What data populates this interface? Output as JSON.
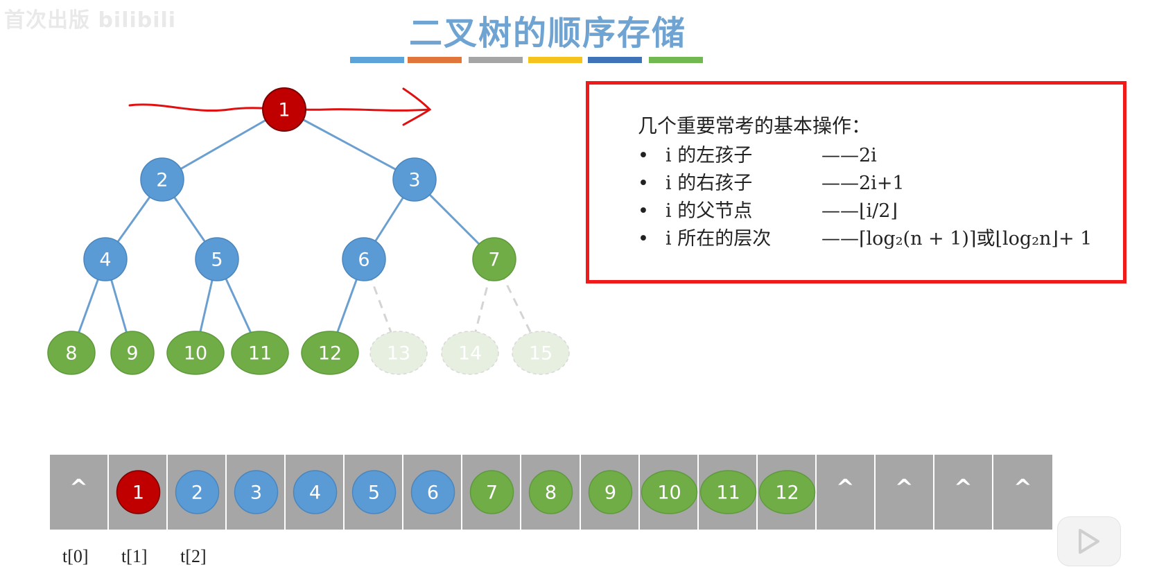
{
  "watermark": "首次出版 bilibili",
  "title": "二叉树的顺序存储",
  "color_bars": [
    "#5ba3d9",
    "#e0763a",
    "#a5a5a5",
    "#f6c21c",
    "#3f73b8",
    "#70b84f"
  ],
  "tree": {
    "nodes": [
      {
        "id": 1,
        "label": "1",
        "color": "#c00000",
        "style": "root"
      },
      {
        "id": 2,
        "label": "2",
        "color": "#5b9bd5",
        "style": "normal"
      },
      {
        "id": 3,
        "label": "3",
        "color": "#5b9bd5",
        "style": "normal"
      },
      {
        "id": 4,
        "label": "4",
        "color": "#5b9bd5",
        "style": "normal"
      },
      {
        "id": 5,
        "label": "5",
        "color": "#5b9bd5",
        "style": "normal"
      },
      {
        "id": 6,
        "label": "6",
        "color": "#5b9bd5",
        "style": "normal"
      },
      {
        "id": 7,
        "label": "7",
        "color": "#70ad47",
        "style": "normal"
      },
      {
        "id": 8,
        "label": "8",
        "color": "#70ad47",
        "style": "normal"
      },
      {
        "id": 9,
        "label": "9",
        "color": "#70ad47",
        "style": "normal"
      },
      {
        "id": 10,
        "label": "10",
        "color": "#70ad47",
        "style": "normal"
      },
      {
        "id": 11,
        "label": "11",
        "color": "#70ad47",
        "style": "normal"
      },
      {
        "id": 12,
        "label": "12",
        "color": "#70ad47",
        "style": "normal"
      },
      {
        "id": 13,
        "label": "13",
        "color": "#e6efe0",
        "style": "faded"
      },
      {
        "id": 14,
        "label": "14",
        "color": "#e6efe0",
        "style": "faded"
      },
      {
        "id": 15,
        "label": "15",
        "color": "#e6efe0",
        "style": "faded"
      }
    ],
    "edges": [
      {
        "from": 1,
        "to": 2,
        "style": "solid"
      },
      {
        "from": 1,
        "to": 3,
        "style": "solid"
      },
      {
        "from": 2,
        "to": 4,
        "style": "solid"
      },
      {
        "from": 2,
        "to": 5,
        "style": "solid"
      },
      {
        "from": 3,
        "to": 6,
        "style": "solid"
      },
      {
        "from": 3,
        "to": 7,
        "style": "solid"
      },
      {
        "from": 4,
        "to": 8,
        "style": "solid"
      },
      {
        "from": 4,
        "to": 9,
        "style": "solid"
      },
      {
        "from": 5,
        "to": 10,
        "style": "solid"
      },
      {
        "from": 5,
        "to": 11,
        "style": "solid"
      },
      {
        "from": 6,
        "to": 12,
        "style": "solid"
      },
      {
        "from": 6,
        "to": 13,
        "style": "dashed"
      },
      {
        "from": 7,
        "to": 14,
        "style": "dashed"
      },
      {
        "from": 7,
        "to": 15,
        "style": "dashed"
      }
    ],
    "edge_color": "#6a9fd0",
    "annotation_color": "#e01010"
  },
  "info": {
    "heading": "几个重要常考的基本操作：",
    "items": [
      {
        "label": "i 的左孩子",
        "formula": "——2i"
      },
      {
        "label": "i 的右孩子",
        "formula": "——2i+1"
      },
      {
        "label": "i 的父节点",
        "formula": "——⌊i/2⌋"
      },
      {
        "label": "i 所在的层次",
        "formula": "——⌈log₂(n + 1)⌉或⌊log₂n⌋+ 1"
      }
    ]
  },
  "array": {
    "null_symbol": "^",
    "cells": [
      {
        "value": null
      },
      {
        "value": "1",
        "color": "#c00000"
      },
      {
        "value": "2",
        "color": "#5b9bd5"
      },
      {
        "value": "3",
        "color": "#5b9bd5"
      },
      {
        "value": "4",
        "color": "#5b9bd5"
      },
      {
        "value": "5",
        "color": "#5b9bd5"
      },
      {
        "value": "6",
        "color": "#5b9bd5"
      },
      {
        "value": "7",
        "color": "#70ad47"
      },
      {
        "value": "8",
        "color": "#70ad47"
      },
      {
        "value": "9",
        "color": "#70ad47"
      },
      {
        "value": "10",
        "color": "#70ad47"
      },
      {
        "value": "11",
        "color": "#70ad47"
      },
      {
        "value": "12",
        "color": "#70ad47"
      },
      {
        "value": null
      },
      {
        "value": null
      },
      {
        "value": null
      },
      {
        "value": null
      }
    ],
    "index_labels": [
      "t[0]",
      "t[1]",
      "t[2]"
    ]
  }
}
